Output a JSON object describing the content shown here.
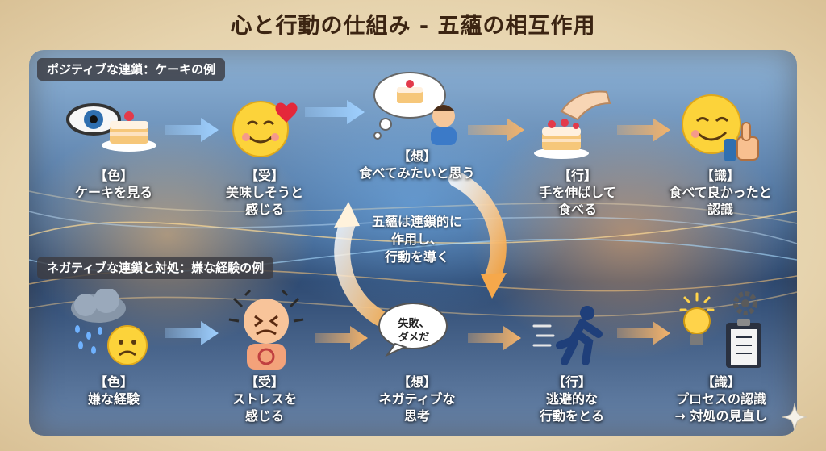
{
  "title": "心と行動の仕組み - 五蘊の相互作用",
  "positive": {
    "label": "ポジティブな連鎖：ケーキの例",
    "steps": [
      {
        "tag": "【色】",
        "text": "ケーキを見る",
        "icon": "eye-cake-icon"
      },
      {
        "tag": "【受】",
        "text": "美味しそうと\n感じる",
        "icon": "smiley-heart-icon"
      },
      {
        "tag": "【想】",
        "text": "食べてみたいと思う",
        "icon": "thought-bubble-cake-icon"
      },
      {
        "tag": "【行】",
        "text": "手を伸ばして\n食べる",
        "icon": "hand-reaching-cake-icon"
      },
      {
        "tag": "【識】",
        "text": "食べて良かったと\n認識",
        "icon": "smiley-thumbs-up-icon"
      }
    ]
  },
  "negative": {
    "label": "ネガティブな連鎖と対処：嫌な経験の例",
    "bubble": "失敗、\nダメだ",
    "steps": [
      {
        "tag": "【色】",
        "text": "嫌な経験",
        "icon": "rain-cloud-sad-icon"
      },
      {
        "tag": "【受】",
        "text": "ストレスを\n感じる",
        "icon": "stressed-person-icon"
      },
      {
        "tag": "【想】",
        "text": "ネガティブな\n思考",
        "icon": "speech-bubble-icon"
      },
      {
        "tag": "【行】",
        "text": "逃避的な\n行動をとる",
        "icon": "running-person-icon"
      },
      {
        "tag": "【識】",
        "text": "プロセスの認識\n→ 対処の見直し",
        "icon": "lightbulb-clipboard-icon"
      }
    ]
  },
  "cycle_text": "五蘊は連鎖的に\n作用し、\n行動を導く",
  "colors": {
    "title": "#3b2412",
    "arrow_blue": "#9fd0ff",
    "arrow_orange": "#f4b36a",
    "label_bg": "#3c3c42"
  }
}
